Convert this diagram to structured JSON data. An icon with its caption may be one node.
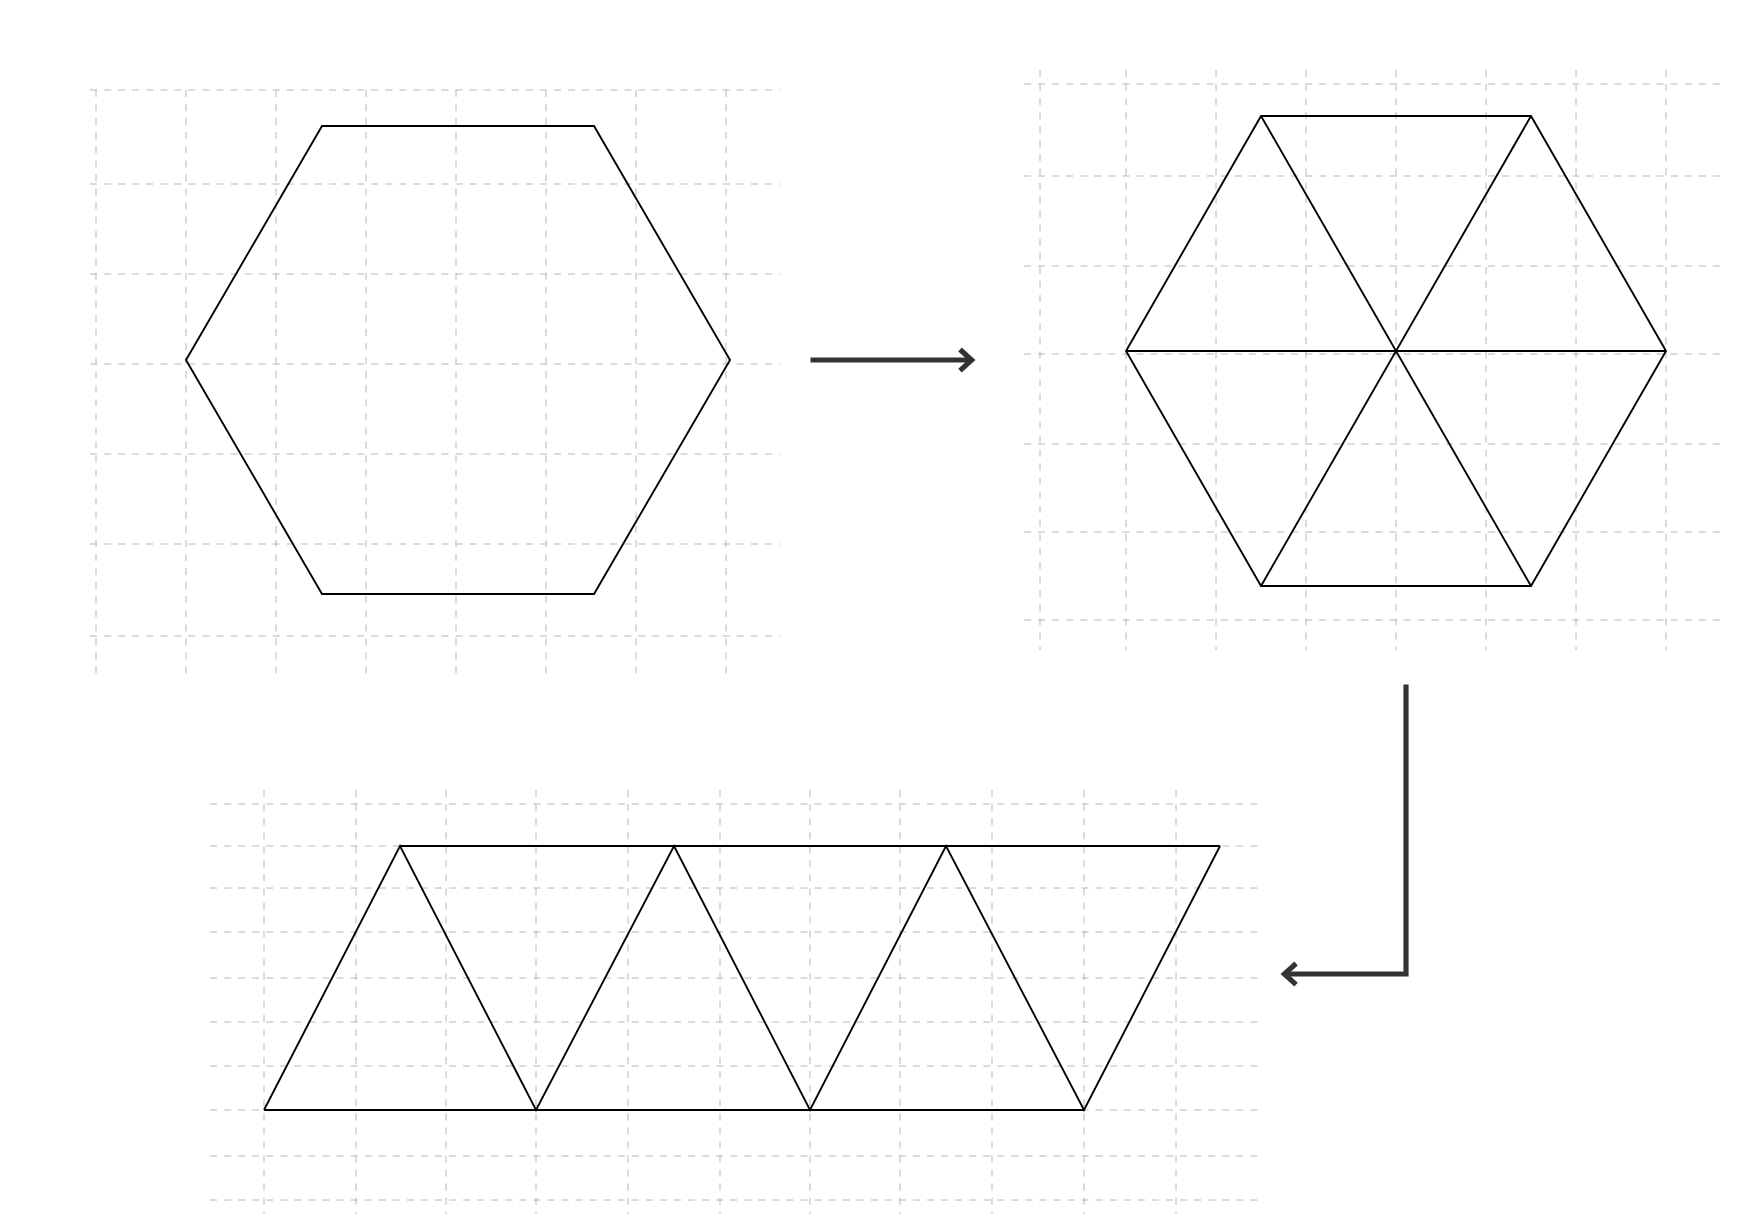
{
  "diagram": {
    "nodes": [
      {
        "text": [],
        "shape": "hexagon"
      },
      {
        "text": [],
        "shape": "hexagon"
      },
      {
        "text": [],
        "shape": "parallelogram"
      }
    ],
    "edges": [
      {
        "from": 0,
        "to": 1,
        "arrow": "to"
      },
      {
        "from": 1,
        "to": 2,
        "arrow": "to"
      }
    ]
  }
}
